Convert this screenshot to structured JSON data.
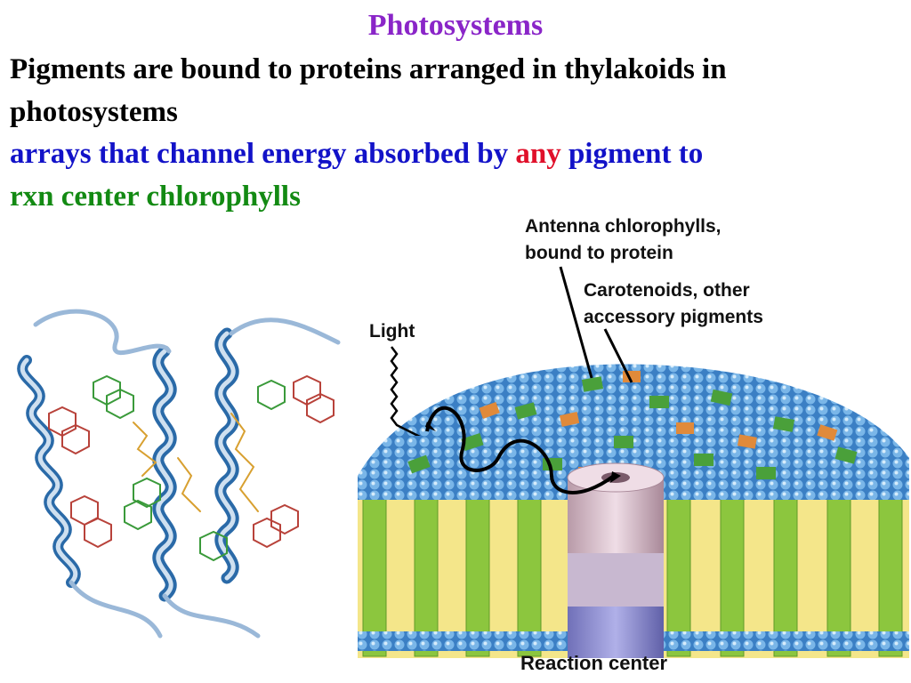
{
  "slide": {
    "title": "Photosystems",
    "line1": "Pigments are bound to proteins arranged in thylakoids in",
    "line2": "photosystems",
    "line3_a": "arrays that channel energy absorbed by ",
    "line3_highlight": "any",
    "line3_b": " pigment to",
    "line4": "rxn center chlorophylls"
  },
  "diagram": {
    "labels": {
      "antenna_1": "Antenna chlorophylls,",
      "antenna_2": "bound to protein",
      "carotenoids_1": "Carotenoids, other",
      "carotenoids_2": "accessory pigments",
      "light": "Light",
      "reaction_center": "Reaction center"
    }
  },
  "colors": {
    "title": "#8a25c8",
    "blue_text": "#1212c8",
    "highlight": "#e0102a",
    "green_text": "#138a13"
  }
}
